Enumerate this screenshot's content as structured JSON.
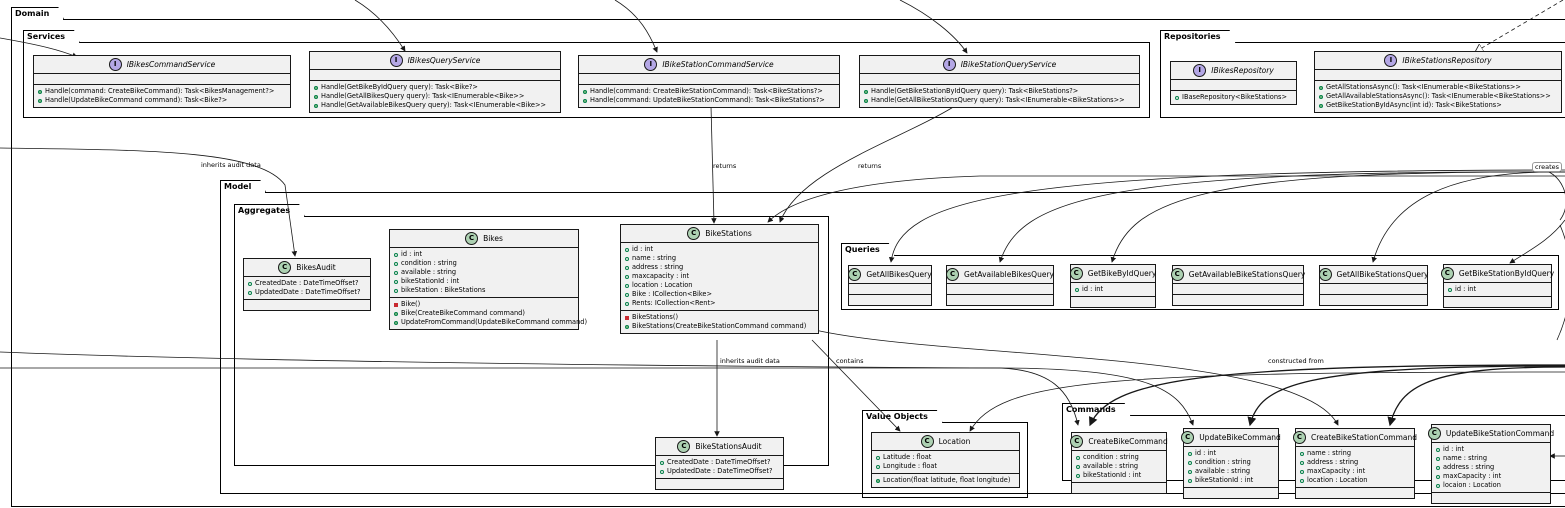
{
  "packages": {
    "domain": "Domain",
    "services": "Services",
    "repositories": "Repositories",
    "model": "Model",
    "aggregates": "Aggregates",
    "queries": "Queries",
    "value_objects": "Value Objects",
    "commands": "Commands"
  },
  "classes": {
    "ibikes_command_service": {
      "stereotype": "I",
      "name": "IBikesCommandService",
      "fields": [],
      "methods": [
        {
          "vis": "+",
          "text": "Handle(command: CreateBikeCommand): Task<BikesManagement?>"
        },
        {
          "vis": "+",
          "text": "Handle(UpdateBikeCommand command): Task<Bike?>"
        }
      ]
    },
    "ibikes_query_service": {
      "stereotype": "I",
      "name": "IBikesQueryService",
      "fields": [],
      "methods": [
        {
          "vis": "+",
          "text": "Handle(GetBikeByIdQuery query): Task<Bike?>"
        },
        {
          "vis": "+",
          "text": "Handle(GetAllBikesQuery query): Task<IEnumerable<Bike>>"
        },
        {
          "vis": "+",
          "text": "Handle(GetAvailableBikesQuery query): Task<IEnumerable<Bike>>"
        }
      ]
    },
    "ibike_station_command_service": {
      "stereotype": "I",
      "name": "IBikeStationCommandService",
      "fields": [],
      "methods": [
        {
          "vis": "+",
          "text": "Handle(command: CreateBikeStationCommand): Task<BikeStations?>"
        },
        {
          "vis": "+",
          "text": "Handle(command: UpdateBikeStationCommand): Task<BikeStations?>"
        }
      ]
    },
    "ibike_station_query_service": {
      "stereotype": "I",
      "name": "IBikeStationQueryService",
      "fields": [],
      "methods": [
        {
          "vis": "+",
          "text": "Handle(GetBikeStationByIdQuery query): Task<BikeStations?>"
        },
        {
          "vis": "+",
          "text": "Handle(GetAllBikeStationsQuery query): Task<IEnumerable<BikeStations>>"
        }
      ]
    },
    "ibikes_repository": {
      "stereotype": "I",
      "name": "IBikesRepository",
      "fields": [],
      "methods": [
        {
          "vis": "o",
          "text": "IBaseRepository<BikeStations>"
        }
      ]
    },
    "ibike_stations_repository": {
      "stereotype": "I",
      "name": "IBikeStationsRepository",
      "fields": [],
      "methods": [
        {
          "vis": "+",
          "text": "GetAllStationsAsync(): Task<IEnumerable<BikeStations>>"
        },
        {
          "vis": "+",
          "text": "GetAllAvailableStationsAsync(): Task<IEnumerable<BikeStations>>"
        },
        {
          "vis": "+",
          "text": "GetBikeStationByIdAsync(int id): Task<BikeStations>"
        }
      ]
    },
    "bikes_audit": {
      "stereotype": "C",
      "name": "BikesAudit",
      "fields": [
        {
          "vis": "o",
          "text": "CreatedDate : DateTimeOffset?"
        },
        {
          "vis": "o",
          "text": "UpdatedDate : DateTimeOffset?"
        }
      ],
      "methods": []
    },
    "bikes": {
      "stereotype": "C",
      "name": "Bikes",
      "fields": [
        {
          "vis": "o",
          "text": "id : int"
        },
        {
          "vis": "o",
          "text": "condition : string"
        },
        {
          "vis": "o",
          "text": "available : string"
        },
        {
          "vis": "o",
          "text": "bikeStationId : int"
        },
        {
          "vis": "o",
          "text": "bikeStation : BikeStations"
        }
      ],
      "methods": [
        {
          "vis": "-",
          "text": "Bike()"
        },
        {
          "vis": "+",
          "text": "Bike(CreateBikeCommand command)"
        },
        {
          "vis": "+",
          "text": "UpdateFromCommand(UpdateBikeCommand command)"
        }
      ]
    },
    "bike_stations": {
      "stereotype": "C",
      "name": "BikeStations",
      "fields": [
        {
          "vis": "o",
          "text": "id : int"
        },
        {
          "vis": "o",
          "text": "name : string"
        },
        {
          "vis": "o",
          "text": "address : string"
        },
        {
          "vis": "o",
          "text": "maxcapacity : int"
        },
        {
          "vis": "o",
          "text": "location : Location"
        },
        {
          "vis": "o",
          "text": "Bike : ICollection<Bike>"
        },
        {
          "vis": "o",
          "text": "Rents: ICollection<Rent>"
        }
      ],
      "methods": [
        {
          "vis": "-",
          "text": "BikeStations()"
        },
        {
          "vis": "+",
          "text": "BikeStations(CreateBikeStationCommand command)"
        }
      ]
    },
    "bike_stations_audit": {
      "stereotype": "C",
      "name": "BikeStationsAudit",
      "fields": [
        {
          "vis": "o",
          "text": "CreatedDate : DateTimeOffset?"
        },
        {
          "vis": "o",
          "text": "UpdatedDate : DateTimeOffset?"
        }
      ],
      "methods": []
    },
    "get_all_bikes_query": {
      "stereotype": "C",
      "name": "GetAllBikesQuery",
      "fields": [],
      "methods": []
    },
    "get_available_bikes_query": {
      "stereotype": "C",
      "name": "GetAvailableBikesQuery",
      "fields": [],
      "methods": []
    },
    "get_bike_by_id_query": {
      "stereotype": "C",
      "name": "GetBikeByIdQuery",
      "fields": [
        {
          "vis": "o",
          "text": "id : int"
        }
      ],
      "methods": []
    },
    "get_available_bike_stations_query": {
      "stereotype": "C",
      "name": "GetAvailableBikeStationsQuery",
      "fields": [],
      "methods": []
    },
    "get_all_bike_stations_query": {
      "stereotype": "C",
      "name": "GetAllBikeStationsQuery",
      "fields": [],
      "methods": []
    },
    "get_bike_station_by_id_query": {
      "stereotype": "C",
      "name": "GetBikeStationByIdQuery",
      "fields": [
        {
          "vis": "o",
          "text": "id : int"
        }
      ],
      "methods": []
    },
    "location": {
      "stereotype": "C",
      "name": "Location",
      "fields": [
        {
          "vis": "o",
          "text": "Latitude : float"
        },
        {
          "vis": "o",
          "text": "Longitude : float"
        }
      ],
      "methods": [
        {
          "vis": "+",
          "text": "Location(float latitude, float longitude)"
        }
      ]
    },
    "create_bike_command": {
      "stereotype": "C",
      "name": "CreateBikeCommand",
      "fields": [
        {
          "vis": "o",
          "text": "condition : string"
        },
        {
          "vis": "o",
          "text": "available : string"
        },
        {
          "vis": "o",
          "text": "bikeStationId : int"
        }
      ],
      "methods": []
    },
    "update_bike_command": {
      "stereotype": "C",
      "name": "UpdateBikeCommand",
      "fields": [
        {
          "vis": "o",
          "text": "id : int"
        },
        {
          "vis": "o",
          "text": "condition : string"
        },
        {
          "vis": "o",
          "text": "available : string"
        },
        {
          "vis": "o",
          "text": "bikeStationId : int"
        }
      ],
      "methods": []
    },
    "create_bike_station_command": {
      "stereotype": "C",
      "name": "CreateBikeStationCommand",
      "fields": [
        {
          "vis": "o",
          "text": "name : string"
        },
        {
          "vis": "o",
          "text": "address : string"
        },
        {
          "vis": "o",
          "text": "maxCapacity : int"
        },
        {
          "vis": "o",
          "text": "location : Location"
        }
      ],
      "methods": []
    },
    "update_bike_station_command": {
      "stereotype": "C",
      "name": "UpdateBikeStationCommand",
      "fields": [
        {
          "vis": "o",
          "text": "id : int"
        },
        {
          "vis": "o",
          "text": "name : string"
        },
        {
          "vis": "o",
          "text": "address : string"
        },
        {
          "vis": "o",
          "text": "maxCapacity : int"
        },
        {
          "vis": "o",
          "text": "locaion : Location"
        }
      ],
      "methods": []
    }
  },
  "edge_labels": {
    "inherits_audit_top": "inherits audit data",
    "returns_1": "returns",
    "returns_2": "returns",
    "creates": "creates",
    "inherits_audit_bottom": "inherits audit data",
    "contains": "contains",
    "constructed_from": "constructed from"
  }
}
